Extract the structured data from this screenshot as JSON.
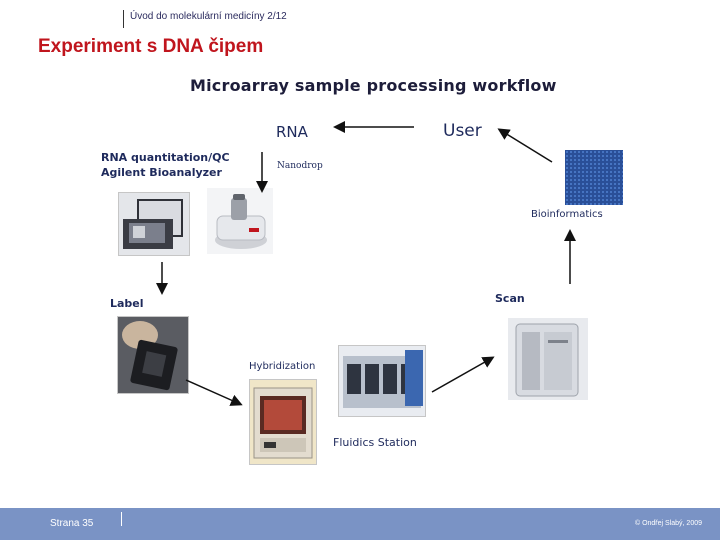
{
  "header": {
    "course": "Úvod do molekulární medicíny 2/12"
  },
  "slide": {
    "title": "Experiment s DNA čipem"
  },
  "figure": {
    "title": "Microarray sample processing workflow",
    "labels": {
      "rna": "RNA",
      "user": "User",
      "rna_qc_line1": "RNA quantitation/QC",
      "rna_qc_line2": "Agilent Bioanalyzer",
      "nanodrop": "Nanodrop",
      "bioinformatics": "Bioinformatics",
      "label": "Label",
      "scan": "Scan",
      "hybridization": "Hybridization",
      "fluidics": "Fluidics Station"
    },
    "icons": [
      "bioanalyzer-photo",
      "nanodrop-photo",
      "microarray-image",
      "labeling-chip-photo",
      "hybridization-oven-photo",
      "fluidics-station-photo",
      "scanner-photo"
    ]
  },
  "footer": {
    "page": "Strana 35",
    "copyright": "© Ondřej Slabý, 2009"
  },
  "colors": {
    "title_red": "#c0151d",
    "footer_blue": "#7a93c5",
    "label_navy": "#1e2a5c"
  }
}
